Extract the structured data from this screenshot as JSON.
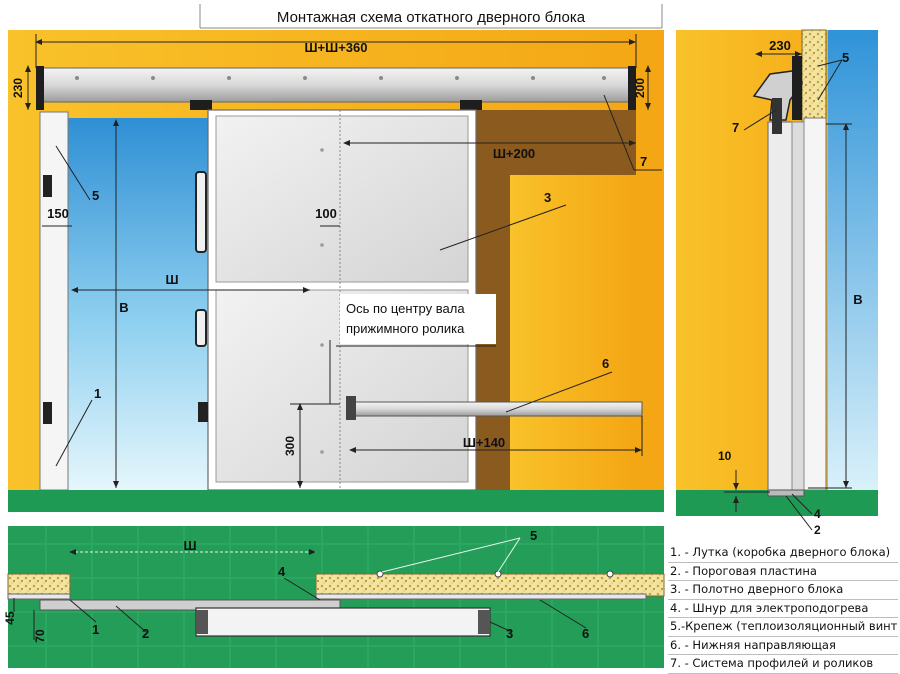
{
  "title": "Монтажная схема откатного дверного блока",
  "front": {
    "dim_total": "Ш+Ш+360",
    "dim_230": "230",
    "dim_200": "200",
    "dim_w200": "Ш+200",
    "dim_150": "150",
    "dim_100": "100",
    "dim_w": "Ш",
    "dim_h": "В",
    "dim_300": "300",
    "dim_w140": "Ш+140",
    "axis_note_1": "Ось по центру вала",
    "axis_note_2": "прижимного ролика"
  },
  "side": {
    "dim_230": "230",
    "dim_h": "В",
    "dim_10": "10"
  },
  "plan": {
    "dim_w": "Ш",
    "dim_45": "45",
    "dim_70": "70"
  },
  "callouts": [
    "1",
    "2",
    "3",
    "4",
    "5",
    "6",
    "7"
  ],
  "legend": [
    "1. - Лутка (коробка дверного блока)",
    "2. - Пороговая пластина",
    "3. - Полотно дверного блока",
    "4. - Шнур для электроподогрева",
    "5.-Крепеж (теплоизоляционный винт",
    "6. - Нижняя направляющая",
    "7. - Система профилей и роликов"
  ],
  "colors": {
    "wall": "#f7b81c",
    "sky": "#3aa0dc",
    "floor": "#1f9a55",
    "floor_tile": "#2aa862",
    "door_panel": "#e4e4e4",
    "frame": "#ffffff",
    "brown": "#8a5a1e"
  }
}
